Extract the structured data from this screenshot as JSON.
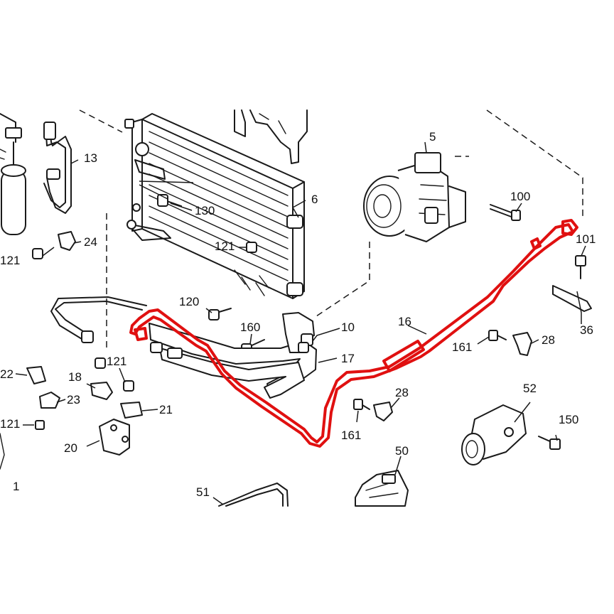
{
  "highlight_color": "#e01010",
  "callouts": [
    {
      "id": "c-1",
      "label": "1"
    },
    {
      "id": "c-5",
      "label": "5"
    },
    {
      "id": "c-6",
      "label": "6"
    },
    {
      "id": "c-10",
      "label": "10"
    },
    {
      "id": "c-13",
      "label": "13"
    },
    {
      "id": "c-16",
      "label": "16"
    },
    {
      "id": "c-17",
      "label": "17"
    },
    {
      "id": "c-18",
      "label": "18"
    },
    {
      "id": "c-20",
      "label": "20"
    },
    {
      "id": "c-21",
      "label": "21"
    },
    {
      "id": "c-22",
      "label": "22"
    },
    {
      "id": "c-23",
      "label": "23"
    },
    {
      "id": "c-24",
      "label": "24"
    },
    {
      "id": "c-28a",
      "label": "28"
    },
    {
      "id": "c-28b",
      "label": "28"
    },
    {
      "id": "c-36",
      "label": "36"
    },
    {
      "id": "c-50",
      "label": "50"
    },
    {
      "id": "c-51",
      "label": "51"
    },
    {
      "id": "c-52",
      "label": "52"
    },
    {
      "id": "c-100",
      "label": "100"
    },
    {
      "id": "c-101",
      "label": "101"
    },
    {
      "id": "c-120",
      "label": "120"
    },
    {
      "id": "c-121a",
      "label": "121"
    },
    {
      "id": "c-121b",
      "label": "121"
    },
    {
      "id": "c-121c",
      "label": "121"
    },
    {
      "id": "c-121d",
      "label": "121"
    },
    {
      "id": "c-130",
      "label": "130"
    },
    {
      "id": "c-150",
      "label": "150"
    },
    {
      "id": "c-160",
      "label": "160"
    },
    {
      "id": "c-161a",
      "label": "161"
    },
    {
      "id": "c-161b",
      "label": "161"
    }
  ]
}
